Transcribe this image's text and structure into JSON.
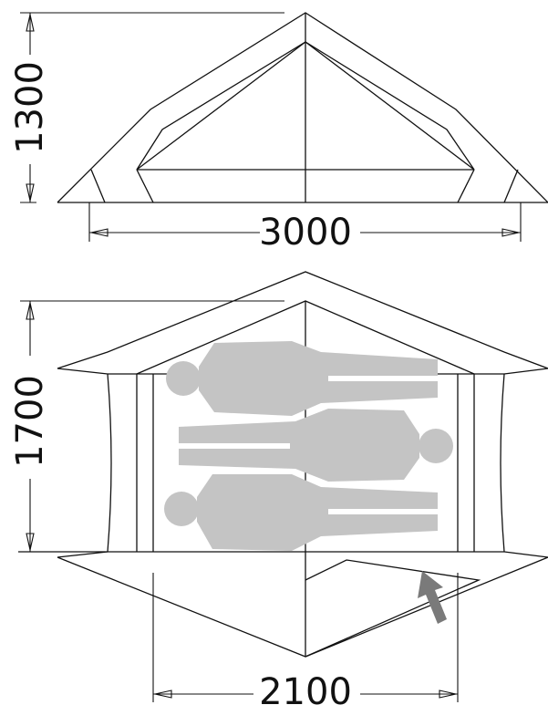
{
  "dimensions": {
    "height_front": "1300",
    "width_front": "3000",
    "length_plan": "1700",
    "width_plan": "2100"
  },
  "colors": {
    "line": "#111111",
    "person": "#c4c4c4",
    "arrow": "#7a7a7a"
  },
  "icons": {
    "entrance_arrow": "entrance-arrow-icon",
    "sleeper": "sleeper-silhouette"
  },
  "sleepers": 3
}
